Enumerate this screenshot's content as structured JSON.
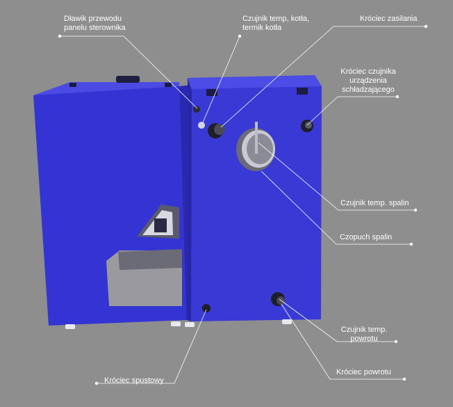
{
  "labels": {
    "dlawik": {
      "line1": "Dławik przewodu",
      "line2": "panelu sterownika"
    },
    "czujnik_kotla": {
      "line1": "Czujnik temp, kotła,",
      "line2": "termik kotła"
    },
    "krociec_zasilania": {
      "line1": "Króciec zasilania"
    },
    "krociec_czujnika": {
      "line1": "Króciec czujnika",
      "line2": "urządzenia",
      "line3": "schładzającego"
    },
    "czujnik_spalin": {
      "line1": "Czujnik temp. spalin"
    },
    "czopuch": {
      "line1": "Czopuch spalin"
    },
    "czujnik_powrotu": {
      "line1": "Czujnik temp.",
      "line2": "powrotu"
    },
    "krociec_powrotu": {
      "line1": "Króciec powrotu"
    },
    "krociec_spustowy": {
      "line1": "Króciec spustowy"
    }
  },
  "colors": {
    "background": "#8e8e8e",
    "boiler_front": "#3a3ad8",
    "boiler_side": "#2c2cb8",
    "boiler_top": "#4a4ae6",
    "callout_line": "#ffffff"
  }
}
